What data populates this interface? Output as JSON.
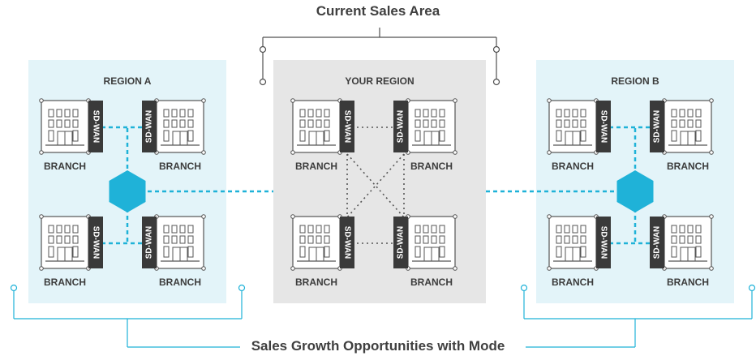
{
  "title_top": "Current Sales Area",
  "title_bottom": "Sales Growth Opportunities with Mode",
  "regions": [
    {
      "label": "REGION A"
    },
    {
      "label": "YOUR REGION"
    },
    {
      "label": "REGION B"
    }
  ],
  "branch_label": "BRANCH",
  "sdwan_label": "SD-WAN",
  "colors": {
    "region_fill": "#e3f4f9",
    "your_region_fill": "#e6e6e6",
    "accent": "#1fb2d8",
    "sdwan_box": "#3a3a3a",
    "bracket_line": "#505050"
  }
}
